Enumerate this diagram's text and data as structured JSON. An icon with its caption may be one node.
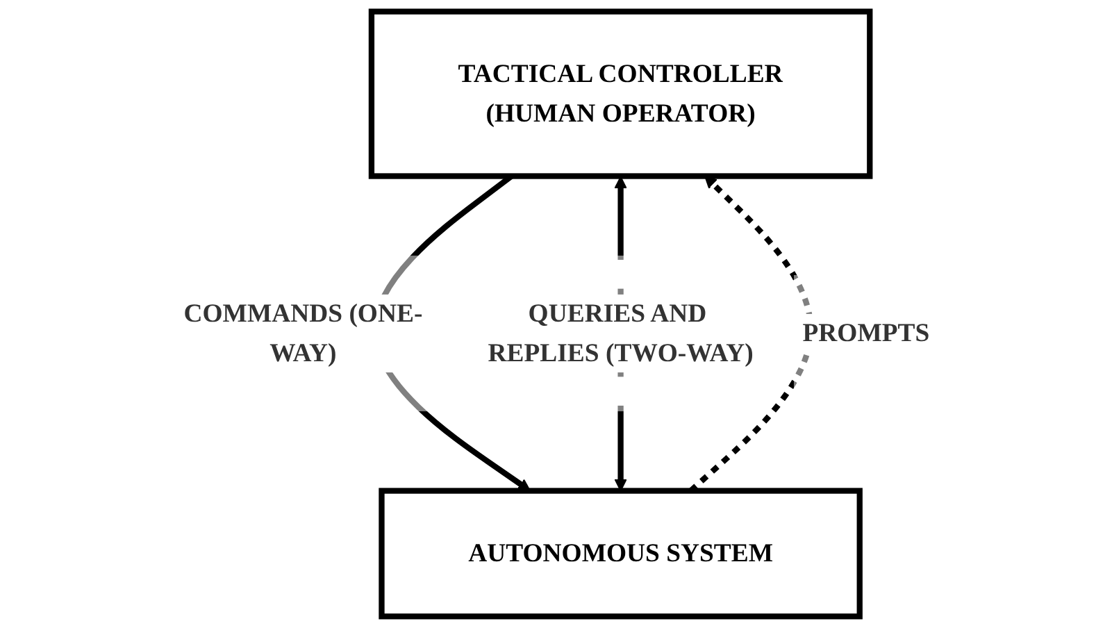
{
  "diagram": {
    "nodes": [
      {
        "text": [
          "TACTICAL CONTROLLER",
          "(HUMAN OPERATOR)"
        ]
      },
      {
        "text": [
          "AUTONOMOUS SYSTEM"
        ]
      }
    ],
    "edges": [
      {
        "from": 0,
        "to": 1,
        "arrow": "to",
        "label": "COMMANDS (ONE-WAY)"
      },
      {
        "from": 1,
        "to": 0,
        "arrow": "to",
        "label": "PROMPTS",
        "style": "dashed"
      },
      {
        "from": 0,
        "to": 1,
        "arrow": "both",
        "label": "QUERIES AND REPLIES (TWO-WAY)"
      }
    ]
  }
}
